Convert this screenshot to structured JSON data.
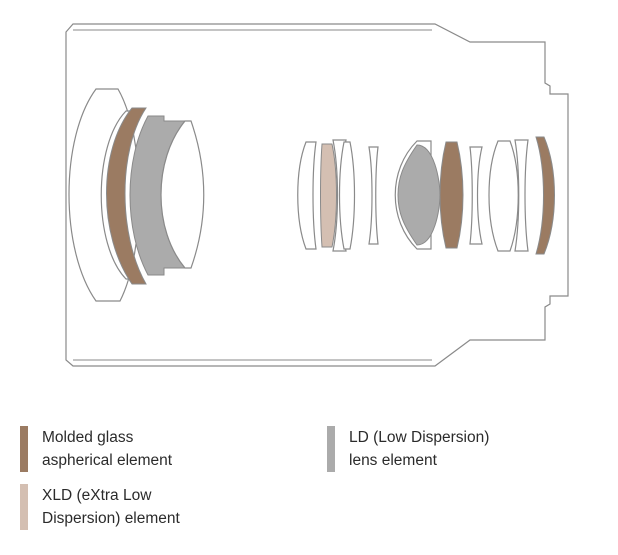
{
  "colors": {
    "outline": "#8a8a8a",
    "molded": "#9b7b62",
    "ld": "#ababab",
    "xld": "#d4bfb2",
    "text": "#2b2b2b"
  },
  "legend": [
    {
      "id": "molded",
      "line1": "Molded glass",
      "line2": "aspherical element"
    },
    {
      "id": "ld",
      "line1": "LD (Low Dispersion)",
      "line2": "lens element"
    },
    {
      "id": "xld",
      "line1": "XLD (eXtra Low",
      "line2": "Dispersion) element"
    }
  ]
}
